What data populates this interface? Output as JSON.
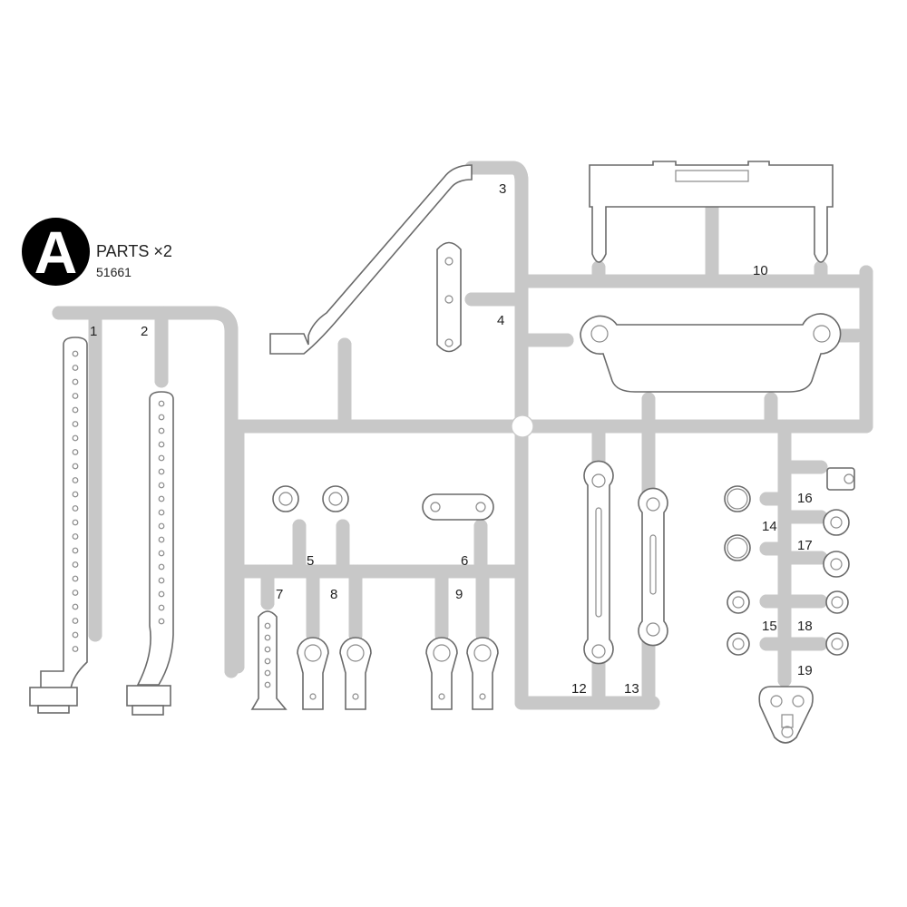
{
  "header": {
    "letter": "A",
    "parts_label": "PARTS ×2",
    "part_number": "51661"
  },
  "part_numbers": [
    "1",
    "2",
    "3",
    "4",
    "5",
    "6",
    "7",
    "8",
    "9",
    "10",
    "12",
    "13",
    "14",
    "15",
    "16",
    "17",
    "18",
    "19"
  ],
  "colors": {
    "runner": "#c8c8c8",
    "part": "#6a6a6a",
    "badge": "#000000"
  }
}
